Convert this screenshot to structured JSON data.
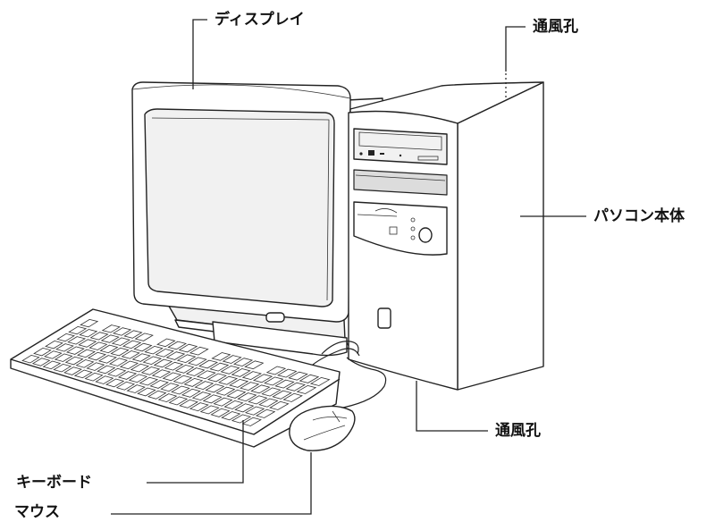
{
  "labels": {
    "display": "ディスプレイ",
    "vent_top": "通風孔",
    "pc_body": "パソコン本体",
    "vent_bottom": "通風孔",
    "keyboard": "キーボード",
    "mouse": "マウス"
  }
}
